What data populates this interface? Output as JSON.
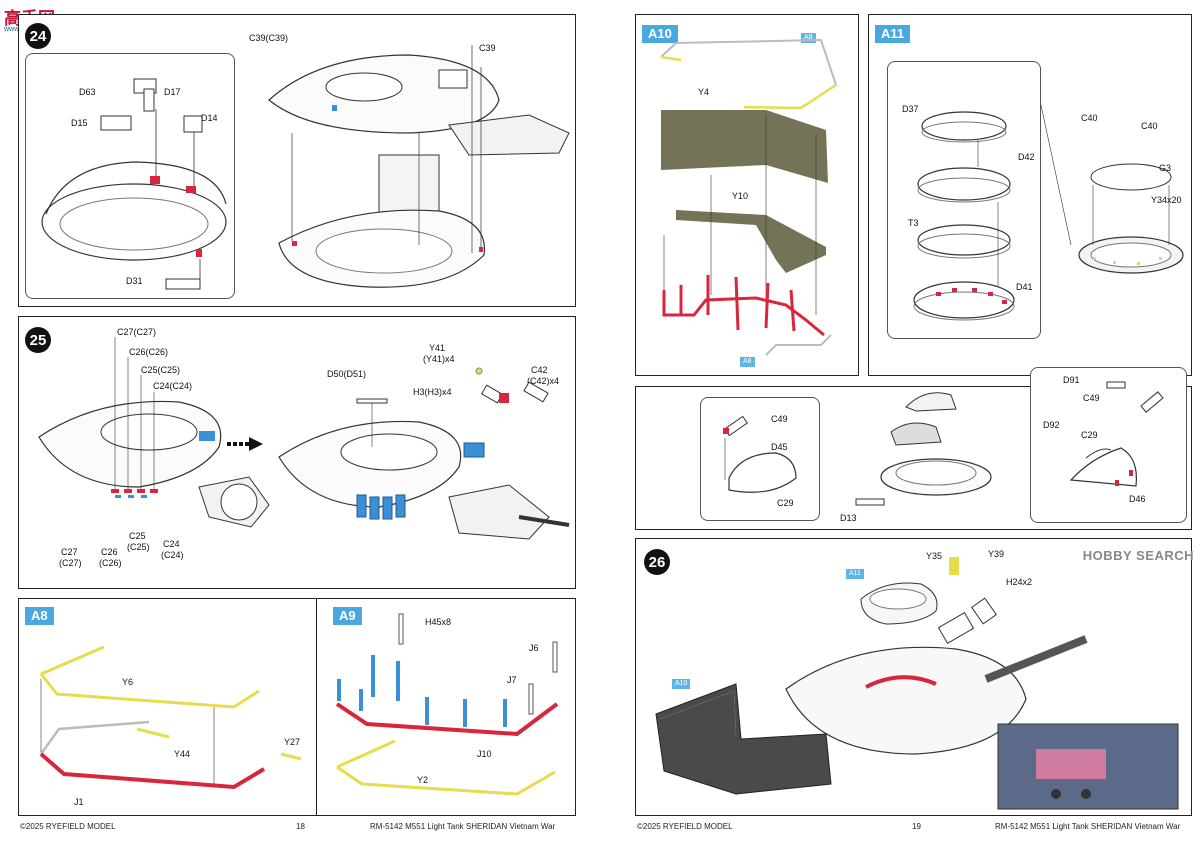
{
  "watermark_top": {
    "text": "高手网",
    "sub": "www.gaoshou.com"
  },
  "watermark_right": {
    "text": "HOBBY SEARCH"
  },
  "colors": {
    "red": "#d7263d",
    "yellow": "#e8dc4a",
    "blue": "#3b8fd4",
    "mesh": "#5d5a3a",
    "tag": "#4aa8e0"
  },
  "left_page": {
    "footer_left": "©2025 RYEFIELD MODEL",
    "page_number": "18",
    "footer_right": "RM-5142 M551 Light Tank SHERIDAN Vietnam War",
    "step24": {
      "number": "24",
      "labels": {
        "d63": "D63",
        "d17": "D17",
        "d15": "D15",
        "d14": "D14",
        "d31": "D31",
        "c39a": "C39(C39)",
        "c39b": "C39"
      }
    },
    "step25": {
      "number": "25",
      "labels": {
        "c27t": "C27(C27)",
        "c26t": "C26(C26)",
        "c25t": "C25(C25)",
        "c24t": "C24(C24)",
        "c27b": "C27",
        "c27bp": "(C27)",
        "c26b": "C26",
        "c26bp": "(C26)",
        "c25b": "C25",
        "c25bp": "(C25)",
        "c24b": "C24",
        "c24bp": "(C24)",
        "d50": "D50(D51)",
        "y41": "Y41",
        "y41p": "(Y41)x4",
        "h3": "H3(H3)x4",
        "c42": "C42",
        "c42p": "(C42)x4"
      }
    },
    "a8": {
      "tag": "A8",
      "labels": {
        "y6": "Y6",
        "y44": "Y44",
        "y27": "Y27",
        "j1": "J1"
      }
    },
    "a9": {
      "tag": "A9",
      "labels": {
        "h45": "H45x8",
        "j6": "J6",
        "j7": "J7",
        "j10": "J10",
        "y2": "Y2"
      }
    }
  },
  "right_page": {
    "footer_left": "©2025 RYEFIELD MODEL",
    "page_number": "19",
    "footer_right": "RM-5142 M551 Light Tank SHERIDAN Vietnam War",
    "a10": {
      "tag": "A10",
      "labels": {
        "a8ref": "A8",
        "y4": "Y4",
        "y10": "Y10",
        "a8ref2": "A8"
      }
    },
    "a11": {
      "tag": "A11",
      "labels": {
        "d37": "D37",
        "d42": "D42",
        "t3": "T3",
        "d41": "D41",
        "c40a": "C40",
        "c40b": "C40",
        "g3": "G3",
        "y34": "Y34x20"
      }
    },
    "detail": {
      "labels": {
        "c49a": "C49",
        "d45": "D45",
        "c29a": "C29",
        "d13": "D13",
        "d91": "D91",
        "c49b": "C49",
        "d92": "D92",
        "c29b": "C29",
        "d46": "D46"
      }
    },
    "step26": {
      "number": "26",
      "labels": {
        "a11ref": "A11",
        "a10ref": "A10",
        "y35": "Y35",
        "y39": "Y39",
        "h24": "H24x2"
      }
    }
  }
}
